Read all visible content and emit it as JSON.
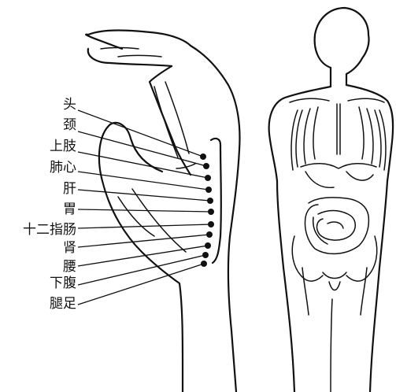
{
  "labels": [
    "头",
    "颈",
    "上肢",
    "肺心",
    "肝",
    "胃",
    "十二指肠",
    "肾",
    "腰",
    "下腹",
    "腿足"
  ],
  "colors": {
    "ink": "#111111",
    "background": "#ffffff"
  }
}
